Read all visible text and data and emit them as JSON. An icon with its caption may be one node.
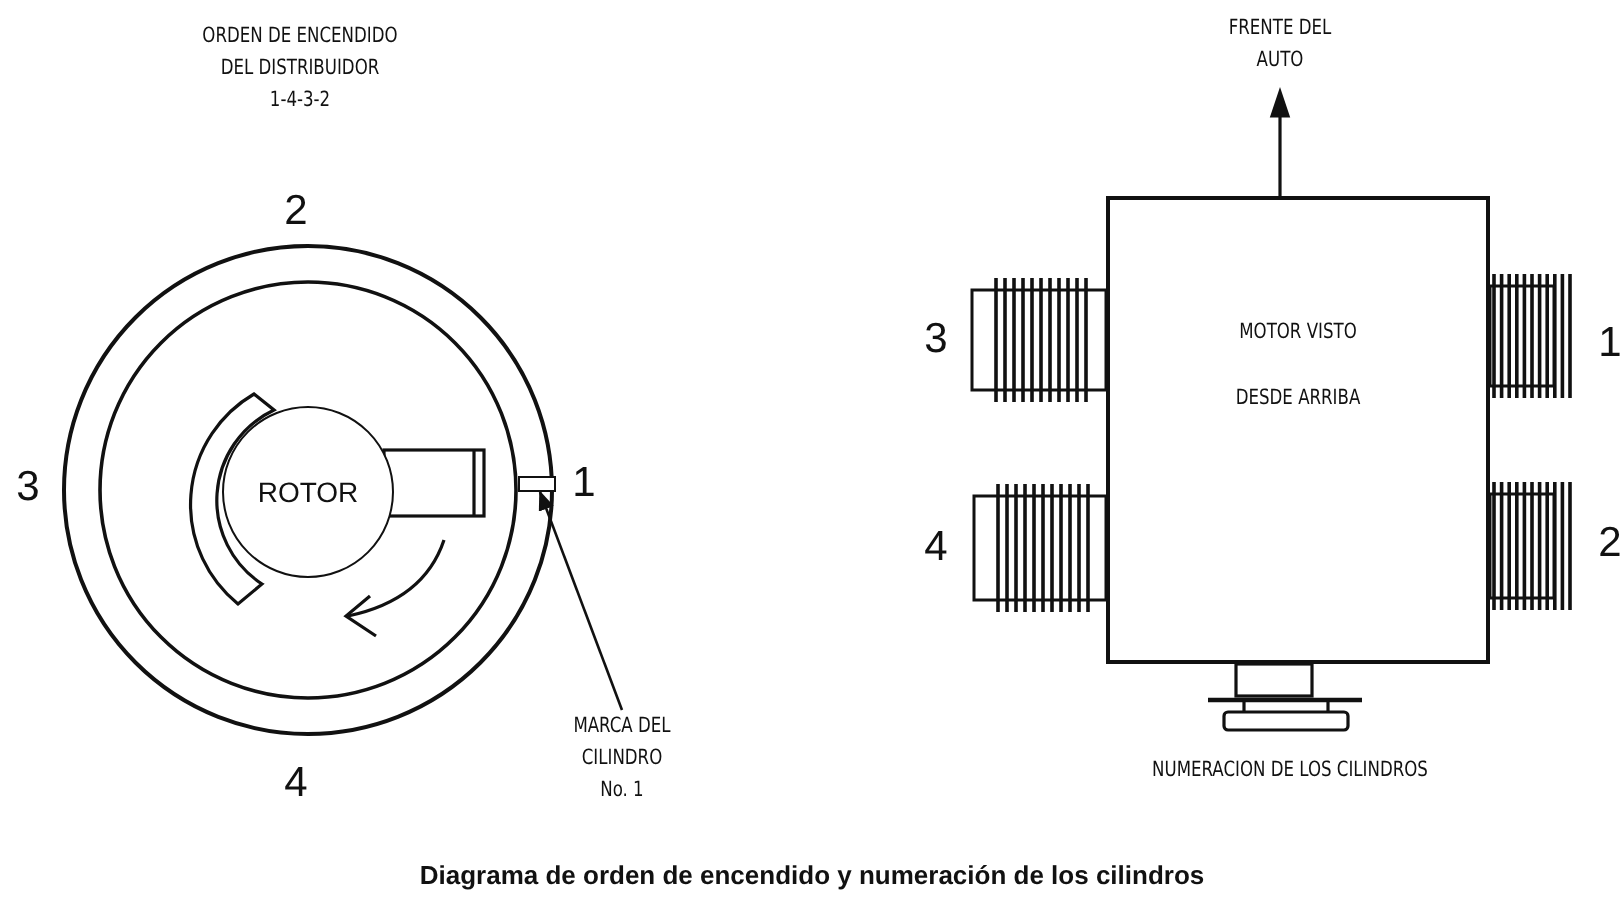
{
  "diagram": {
    "caption": "Diagrama de orden de encendido y numeración de los cilindros",
    "nodes": [
      {
        "text": [],
        "shape": "circle"
      },
      {
        "text": [
          "ROTOR"
        ],
        "in": 0
      },
      {
        "text": [],
        "shape": "box",
        "in": 0
      },
      {
        "text": [
          "MARCA DEL CILINDRO No. 1"
        ]
      },
      {
        "text": [
          "MOTOR VISTO",
          "DESDE ARRIBA"
        ]
      }
    ],
    "edges": [
      {
        "from": 3,
        "to": 2,
        "arrow": "to"
      }
    ],
    "labels": [
      "ORDEN DE ENCENDIDO DEL DISTRIBUIDOR",
      "1-4-3-2",
      "FRENTE DEL AUTO",
      "2",
      "3",
      "1",
      "4",
      "3",
      "1",
      "4",
      "2",
      "NUMERACION DE LOS CILINDROS"
    ]
  }
}
